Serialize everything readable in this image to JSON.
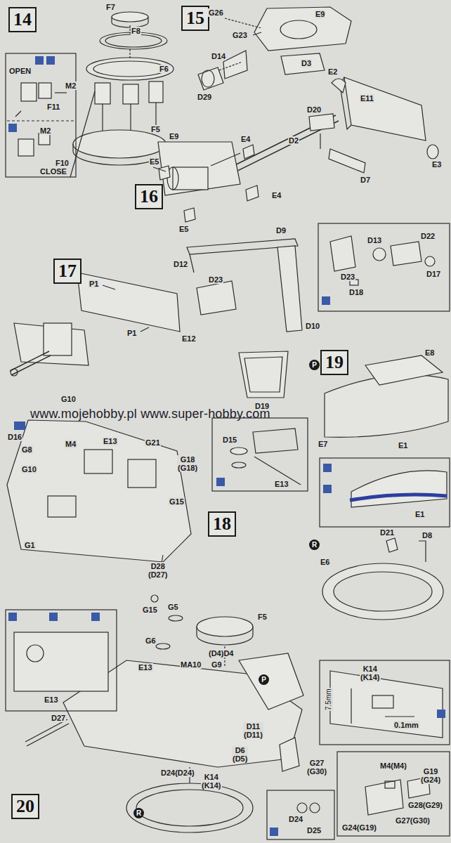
{
  "diagram": {
    "nodes": [
      {
        "text": [
          "14"
        ]
      },
      {
        "text": [
          "15"
        ]
      },
      {
        "text": [
          "16"
        ]
      },
      {
        "text": [
          "17"
        ]
      },
      {
        "text": [
          "19"
        ]
      },
      {
        "text": [
          "18"
        ]
      },
      {
        "text": [
          "20"
        ]
      }
    ],
    "labels": [
      "F7",
      "F8",
      "OPEN",
      "M2",
      "F11",
      "F6",
      "M2",
      "F10",
      "CLOSE",
      "F5",
      "G26",
      "E9",
      "G23",
      "D14",
      "D3",
      "D29",
      "E2",
      "E11",
      "D20",
      "D2",
      "E3",
      "D7",
      "E9",
      "E4",
      "E5",
      "E4",
      "E5",
      "D12",
      "D9",
      "P1",
      "D23",
      "E12",
      "P1",
      "D10",
      "D19",
      "D13",
      "D22",
      "D23",
      "D17",
      "D18",
      "P",
      "E8",
      "E7",
      "E1",
      "E1",
      "www.mojehobby.pl www.super-hobby.com",
      "G10",
      "D16",
      "M4",
      "E13",
      "G21",
      "G8",
      "G10",
      "G18 (G18)",
      "D15",
      "E13",
      "G1",
      "G15",
      "D28 (D27)",
      "G15",
      "R",
      "D21",
      "D8",
      "E6",
      "G5",
      "F5",
      "G6",
      "(D4)D4",
      "MA10",
      "G9",
      "E13",
      "P",
      "E13",
      "D27",
      "D11 (D11)",
      "D6 (D5)",
      "D24(D24)",
      "K14 (K14)",
      "G27 (G30)",
      "K14 (K14)",
      "7.5mm",
      "0.1mm",
      "M4(M4)",
      "G19 (G24)",
      "G28(G29)",
      "G27(G30)",
      "G24(G19)",
      "R",
      "D24",
      "D25"
    ]
  }
}
